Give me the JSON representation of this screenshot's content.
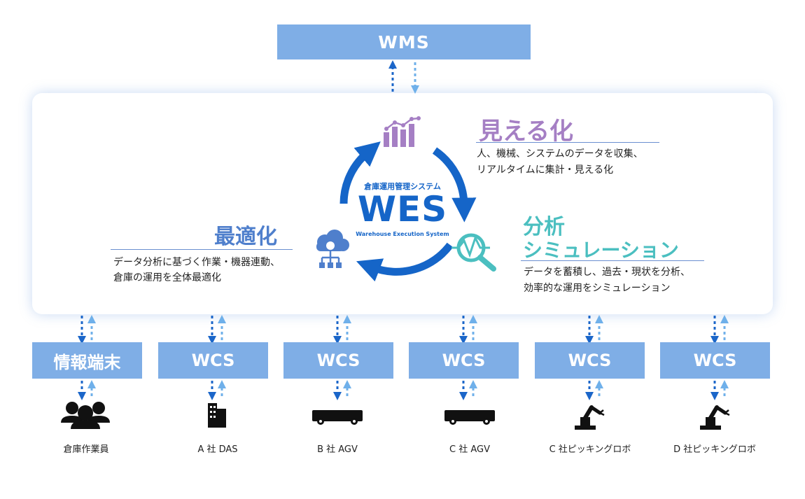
{
  "wms": "WMS",
  "wes": {
    "label_jp": "倉庫運用管理システム",
    "name": "WES",
    "subtitle": "Warehouse Execution System"
  },
  "visualize": {
    "title": "見える化",
    "line1": "人、機械、システムのデータを収集、",
    "line2": "リアルタイムに集計・見える化"
  },
  "optimize": {
    "title": "最適化",
    "line1": "データ分析に基づく作業・機器連動、",
    "line2": "倉庫の運用を全体最適化"
  },
  "analysis": {
    "title1": "分析",
    "title2": "シミュレーション",
    "line1": "データを蓄積し、過去・現状を分析、",
    "line2": "効率的な運用をシミュレーション"
  },
  "systems": [
    {
      "label": "情報端末",
      "device": "倉庫作業員",
      "icon": "workers-icon"
    },
    {
      "label": "WCS",
      "device": "A 社 DAS",
      "icon": "building-icon"
    },
    {
      "label": "WCS",
      "device": "B 社 AGV",
      "icon": "agv-icon"
    },
    {
      "label": "WCS",
      "device": "C 社 AGV",
      "icon": "agv-icon"
    },
    {
      "label": "WCS",
      "device": "C 社ピッキングロボ",
      "icon": "robot-arm-icon"
    },
    {
      "label": "WCS",
      "device": "D 社ピッキングロボ",
      "icon": "robot-arm-icon"
    }
  ],
  "colors": {
    "block": "#7faee6",
    "arrow_dark": "#1b66c9",
    "arrow_light": "#6fb0ea",
    "visualize": "#a57fc4",
    "analysis": "#4bbfc0",
    "optimize": "#4f7fcc",
    "wes": "#1565c8"
  }
}
